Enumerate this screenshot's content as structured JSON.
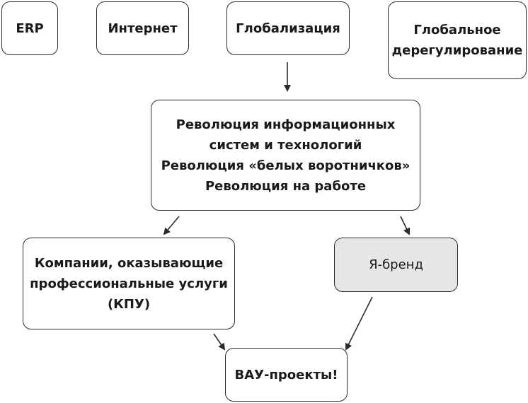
{
  "nodes": {
    "erp": {
      "lines": [
        "ERP"
      ]
    },
    "internet": {
      "lines": [
        "Интернет"
      ]
    },
    "globalization": {
      "lines": [
        "Глобализация"
      ]
    },
    "deregulation": {
      "lines": [
        "Глобальное",
        "дерегулирование"
      ]
    },
    "revolution": {
      "lines": [
        "Революция информационных",
        "систем и технологий",
        "Революция «белых воротничков»",
        "Революция на работе"
      ]
    },
    "kpu": {
      "lines": [
        "Компании, оказывающие",
        "профессиональные услуги",
        "(КПУ)"
      ]
    },
    "ibrand": {
      "lines": [
        "Я-бренд"
      ]
    },
    "vau": {
      "lines": [
        "ВАУ-проекты!"
      ]
    }
  },
  "colors": {
    "stroke": "#2b2b2b",
    "highlight_fill": "#e6e6e6"
  }
}
